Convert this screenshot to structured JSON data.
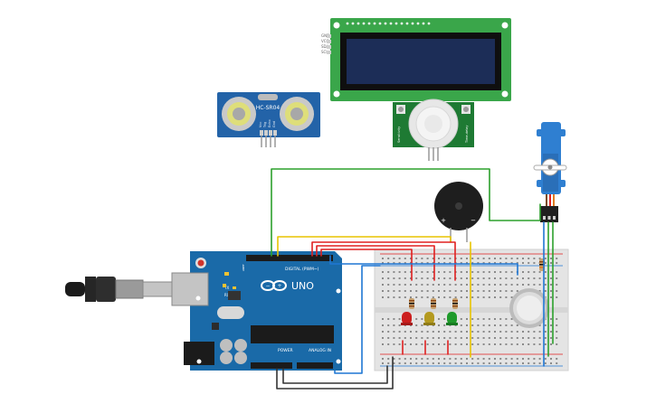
{
  "components": {
    "ultrasonic": {
      "label": "HC-SR04",
      "pins": [
        "Vcc",
        "Trig",
        "Echo",
        "Gnd"
      ]
    },
    "lcd": {
      "pins": [
        "GND",
        "VCC",
        "SDA",
        "SCL"
      ]
    },
    "pir": {
      "left_label": "Sensitivity",
      "right_label": "Time-delay"
    },
    "arduino": {
      "logo": "UNO",
      "digital_label": "DIGITAL (PWM~)",
      "power_label": "POWER",
      "analog_label": "ANALOG IN",
      "tx_label": "TX",
      "rx_label": "RX",
      "aref_label": "AREF"
    }
  },
  "colors": {
    "wire_red": "#e02020",
    "wire_green": "#2ca02c",
    "wire_blue": "#1f77d4",
    "wire_yellow": "#e8c400",
    "wire_black": "#333333",
    "board_blue": "#1a6aa8",
    "sensor_blue": "#2363a8",
    "lcd_green": "#3aa64a",
    "lcd_screen": "#1c2d57",
    "servo_blue": "#2f7fd1",
    "led_red": "#cc1f1f",
    "led_yellow": "#b49a20",
    "led_green": "#1f9a2b"
  }
}
